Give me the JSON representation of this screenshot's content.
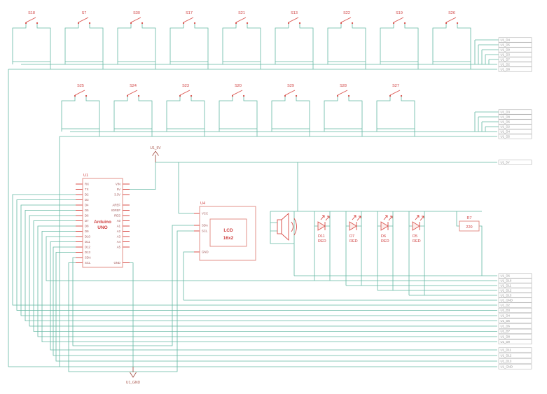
{
  "colors": {
    "wire": "#63b8a2",
    "component": "#d94f4a",
    "net_label_text": "#8f8f8f"
  },
  "switch_refs": {
    "row1": [
      "S18",
      "S7",
      "S30",
      "S17",
      "S21",
      "S13",
      "S22",
      "S19",
      "S26"
    ],
    "row2": [
      "S25",
      "S24",
      "S23",
      "S20",
      "S29",
      "S28",
      "S27"
    ]
  },
  "net_labels": {
    "row1": [
      "U1_D4",
      "U1_D5",
      "U1_D9",
      "U1_D3",
      "U1_D7",
      "U1_D2",
      "U1_D8"
    ],
    "row2": [
      "U1_D3",
      "U1_D8",
      "U1_D6",
      "U1_D2",
      "U1_D4",
      "U1_D5"
    ],
    "power": "U1_5V",
    "mid": [
      "U1_D6",
      "U1_D10",
      "U1_D11",
      "U1_D12",
      "U1_D13",
      "U1_GND"
    ],
    "data": [
      "U1_D2",
      "U1_D3",
      "U1_D4",
      "U1_D5",
      "U1_D6",
      "U1_D7",
      "U1_D8",
      "U1_D9"
    ],
    "bottom": [
      "U1_D11",
      "U1_D12",
      "U1_D13",
      "U1_GND"
    ]
  },
  "arduino": {
    "ref": "U1",
    "line1": "Arduino",
    "line2": "UNO",
    "left_pins": [
      "RX",
      "TX",
      "D2",
      "D3",
      "D4",
      "D5",
      "D6",
      "D7",
      "D8",
      "D9",
      "D10",
      "D11",
      "D12",
      "D13",
      "SDA",
      "SCL"
    ],
    "right_pins": [
      "VIN",
      "5V",
      "3.3V",
      "AREF",
      "IOREF",
      "RES",
      "A0",
      "A1",
      "A2",
      "A3",
      "A4",
      "A5",
      "GND"
    ]
  },
  "lcd": {
    "ref": "U4",
    "line1": "LCD",
    "line2": "16x2",
    "pins": [
      "VCC",
      "SDA",
      "SCL",
      "GND"
    ]
  },
  "leds": [
    {
      "ref": "D11",
      "value": "RED"
    },
    {
      "ref": "D7",
      "value": "RED"
    },
    {
      "ref": "D6",
      "value": "RED"
    },
    {
      "ref": "D5",
      "value": "RED"
    }
  ],
  "resistor": {
    "ref": "R7",
    "value": "220"
  },
  "power_flags": {
    "vcc": "U1_5V",
    "gnd": "U1_GND"
  }
}
